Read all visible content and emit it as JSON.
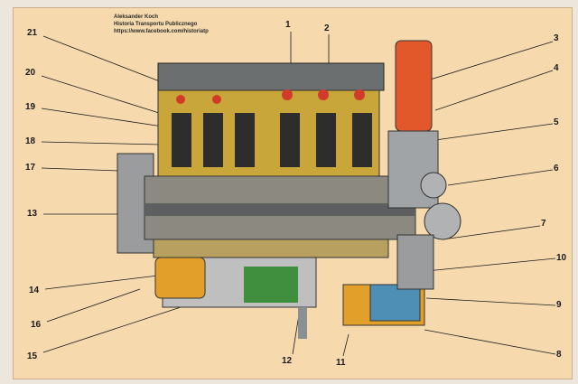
{
  "credit": {
    "author": "Aleksander Koch",
    "project": "Historia Transportu Publicznego",
    "url": "https://www.facebook.com/historiatp"
  },
  "labels": [
    "1",
    "2",
    "3",
    "4",
    "5",
    "6",
    "7",
    "8",
    "9",
    "10",
    "11",
    "12",
    "13",
    "14",
    "15",
    "16",
    "17",
    "18",
    "19",
    "20",
    "21"
  ],
  "colors": {
    "background": "#f6d9ad",
    "block": "#c9a63a",
    "pump": "#e2582a",
    "blue": "#4d8fb5",
    "green": "#3f8f3f",
    "steel": "#8a8f94"
  }
}
